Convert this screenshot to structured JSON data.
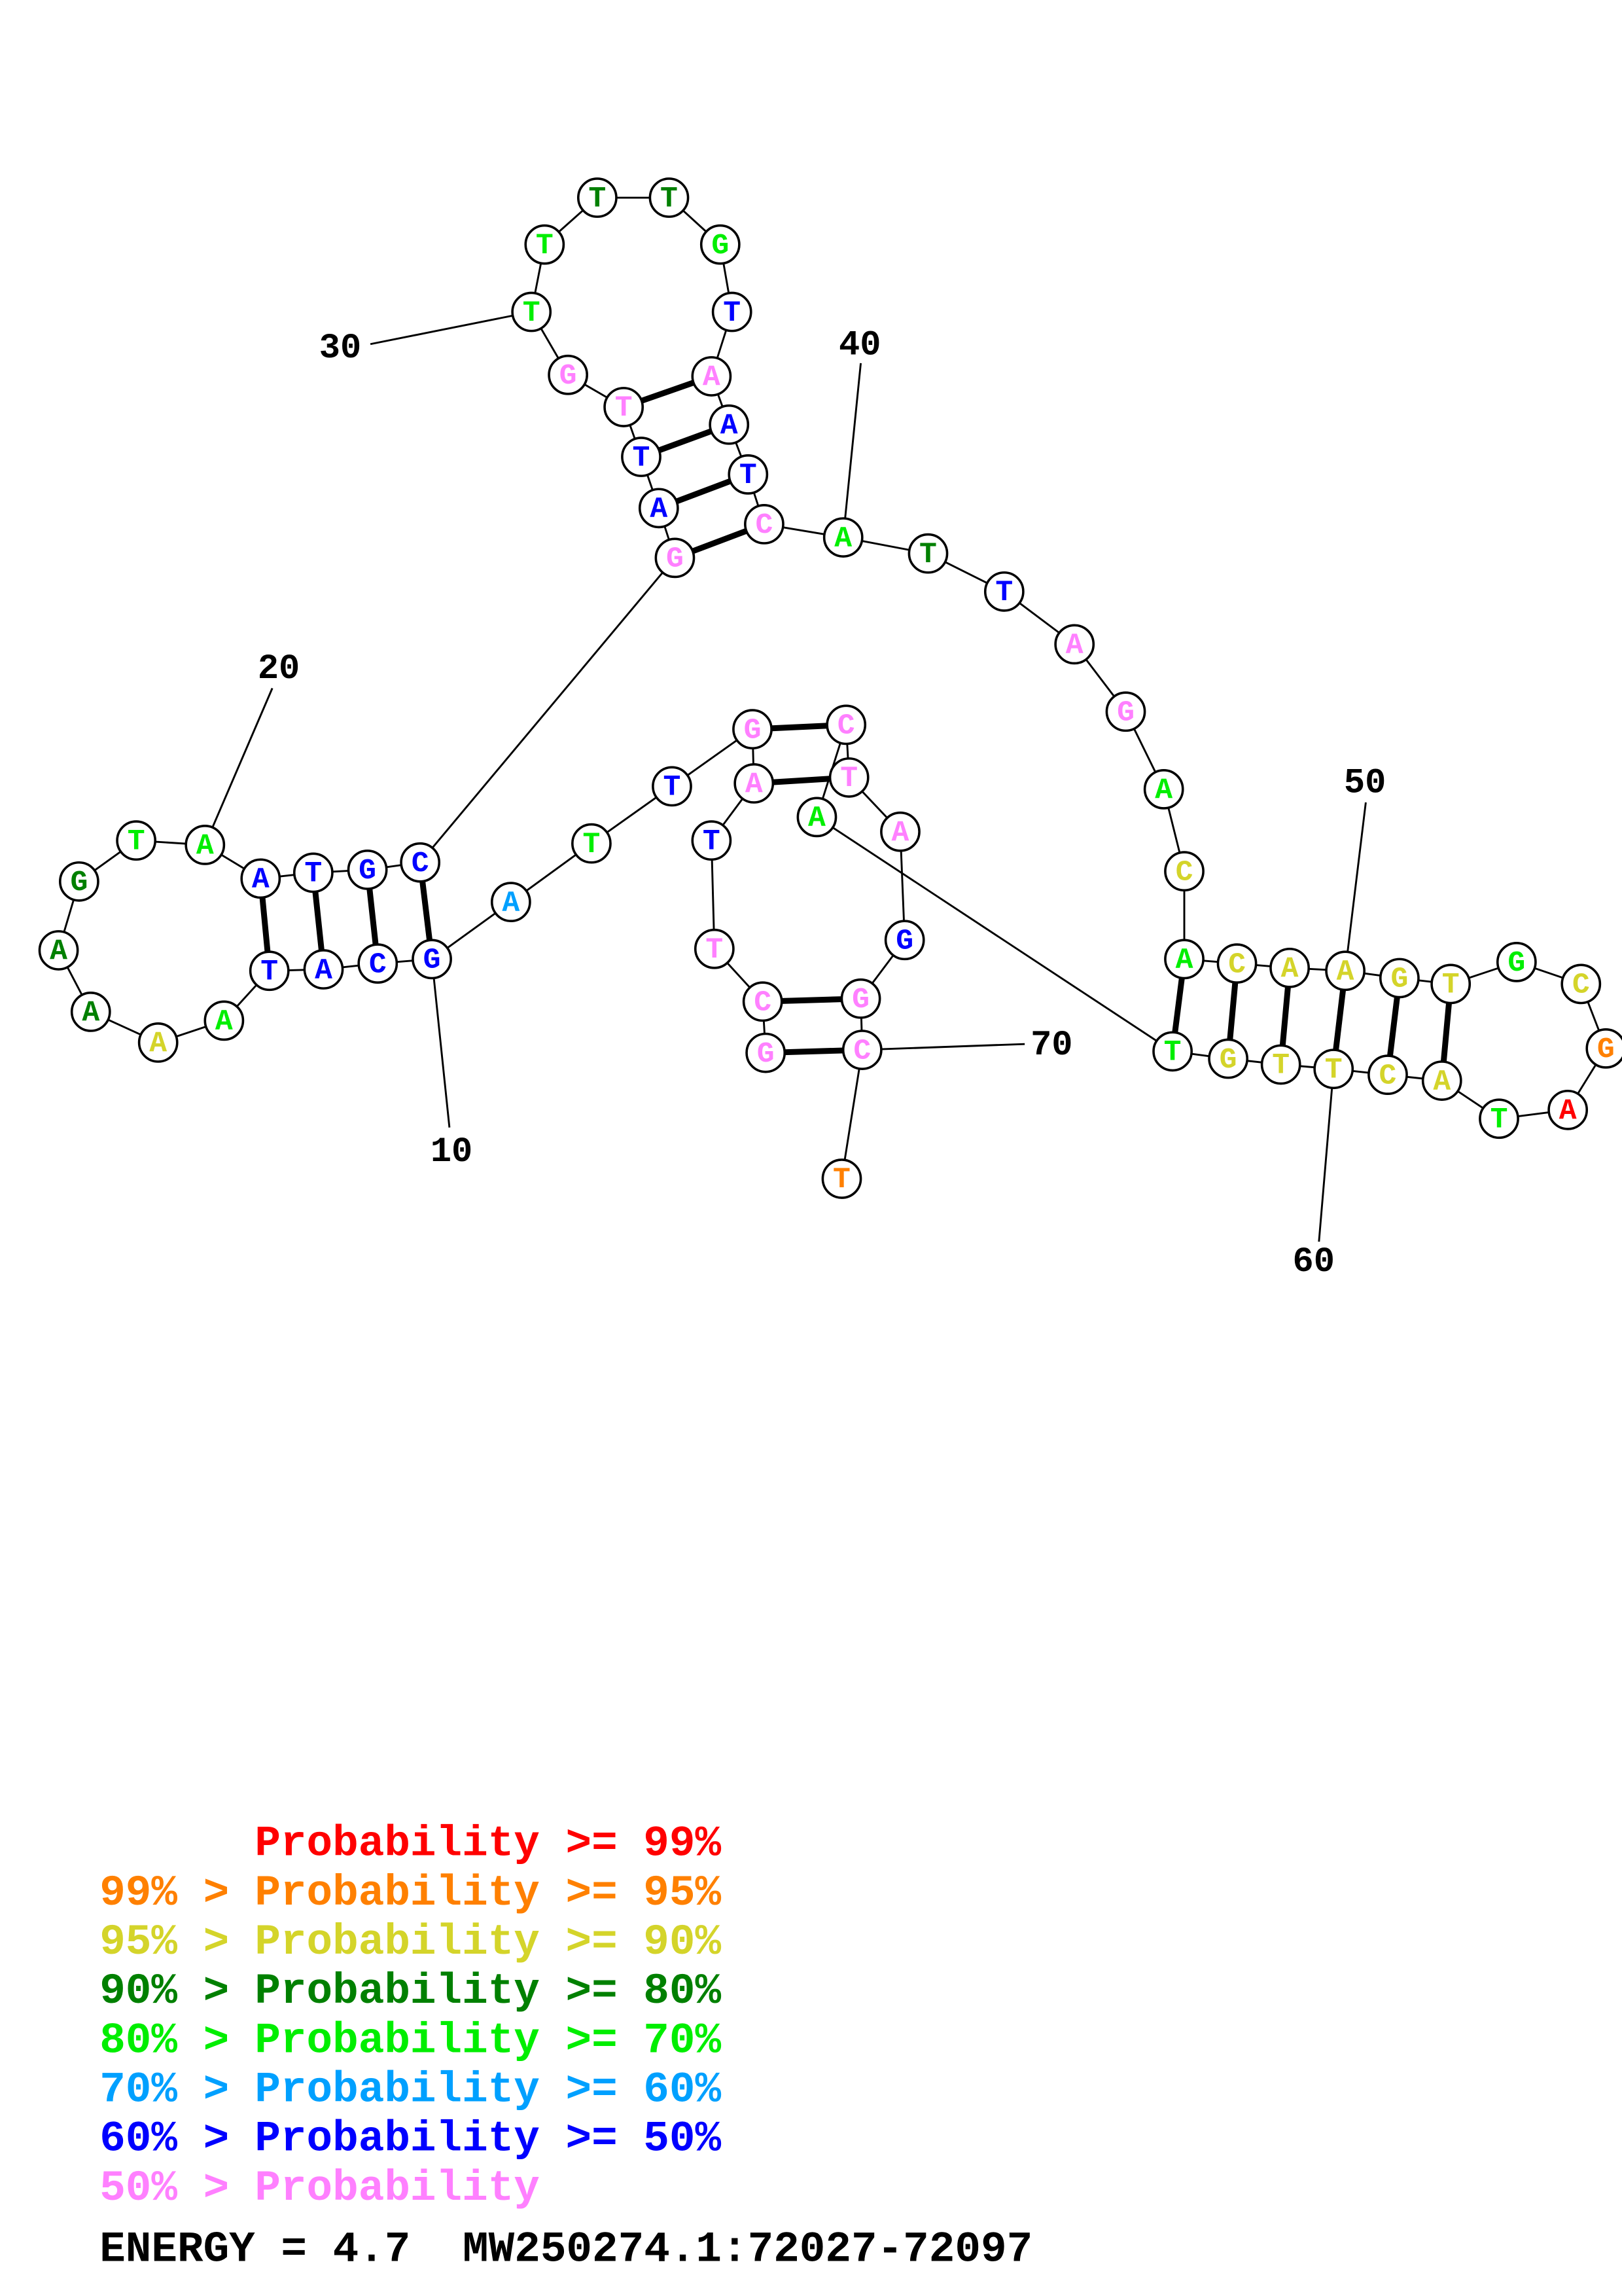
{
  "colors": {
    "p99": "#ff0000",
    "p95": "#ff8000",
    "p90": "#d4d42a",
    "p80": "#008000",
    "p70": "#00ee00",
    "p60": "#00a0ff",
    "p50": "#0000ff",
    "plow": "#ff80ff"
  },
  "sequence": [
    {
      "n": 1,
      "base": "G",
      "prob": "plow"
    },
    {
      "n": 2,
      "base": "C",
      "prob": "plow"
    },
    {
      "n": 3,
      "base": "T",
      "prob": "plow"
    },
    {
      "n": 4,
      "base": "T",
      "prob": "p50"
    },
    {
      "n": 5,
      "base": "A",
      "prob": "plow"
    },
    {
      "n": 6,
      "base": "G",
      "prob": "plow"
    },
    {
      "n": 7,
      "base": "T",
      "prob": "p50"
    },
    {
      "n": 8,
      "base": "T",
      "prob": "p70"
    },
    {
      "n": 9,
      "base": "A",
      "prob": "p60"
    },
    {
      "n": 10,
      "base": "G",
      "prob": "p50"
    },
    {
      "n": 11,
      "base": "C",
      "prob": "p50"
    },
    {
      "n": 12,
      "base": "A",
      "prob": "p50"
    },
    {
      "n": 13,
      "base": "T",
      "prob": "p50"
    },
    {
      "n": 14,
      "base": "A",
      "prob": "p70"
    },
    {
      "n": 15,
      "base": "A",
      "prob": "p90"
    },
    {
      "n": 16,
      "base": "A",
      "prob": "p80"
    },
    {
      "n": 17,
      "base": "A",
      "prob": "p80"
    },
    {
      "n": 18,
      "base": "G",
      "prob": "p80"
    },
    {
      "n": 19,
      "base": "T",
      "prob": "p70"
    },
    {
      "n": 20,
      "base": "A",
      "prob": "p70"
    },
    {
      "n": 21,
      "base": "A",
      "prob": "p50"
    },
    {
      "n": 22,
      "base": "T",
      "prob": "p50"
    },
    {
      "n": 23,
      "base": "G",
      "prob": "p50"
    },
    {
      "n": 24,
      "base": "C",
      "prob": "p50"
    },
    {
      "n": 25,
      "base": "G",
      "prob": "plow"
    },
    {
      "n": 26,
      "base": "A",
      "prob": "p50"
    },
    {
      "n": 27,
      "base": "T",
      "prob": "p50"
    },
    {
      "n": 28,
      "base": "T",
      "prob": "plow"
    },
    {
      "n": 29,
      "base": "G",
      "prob": "plow"
    },
    {
      "n": 30,
      "base": "T",
      "prob": "p70"
    },
    {
      "n": 31,
      "base": "T",
      "prob": "p70"
    },
    {
      "n": 32,
      "base": "T",
      "prob": "p80"
    },
    {
      "n": 33,
      "base": "T",
      "prob": "p80"
    },
    {
      "n": 34,
      "base": "G",
      "prob": "p70"
    },
    {
      "n": 35,
      "base": "T",
      "prob": "p50"
    },
    {
      "n": 36,
      "base": "A",
      "prob": "plow"
    },
    {
      "n": 37,
      "base": "A",
      "prob": "p50"
    },
    {
      "n": 38,
      "base": "T",
      "prob": "p50"
    },
    {
      "n": 39,
      "base": "C",
      "prob": "plow"
    },
    {
      "n": 40,
      "base": "A",
      "prob": "p70"
    },
    {
      "n": 41,
      "base": "T",
      "prob": "p80"
    },
    {
      "n": 42,
      "base": "T",
      "prob": "p50"
    },
    {
      "n": 43,
      "base": "A",
      "prob": "plow"
    },
    {
      "n": 44,
      "base": "G",
      "prob": "plow"
    },
    {
      "n": 45,
      "base": "A",
      "prob": "p70"
    },
    {
      "n": 46,
      "base": "C",
      "prob": "p90"
    },
    {
      "n": 47,
      "base": "A",
      "prob": "p70"
    },
    {
      "n": 48,
      "base": "C",
      "prob": "p90"
    },
    {
      "n": 49,
      "base": "A",
      "prob": "p90"
    },
    {
      "n": 50,
      "base": "A",
      "prob": "p90"
    },
    {
      "n": 51,
      "base": "G",
      "prob": "p90"
    },
    {
      "n": 52,
      "base": "T",
      "prob": "p90"
    },
    {
      "n": 53,
      "base": "G",
      "prob": "p70"
    },
    {
      "n": 54,
      "base": "C",
      "prob": "p90"
    },
    {
      "n": 55,
      "base": "G",
      "prob": "p95"
    },
    {
      "n": 56,
      "base": "A",
      "prob": "p99"
    },
    {
      "n": 57,
      "base": "T",
      "prob": "p70"
    },
    {
      "n": 58,
      "base": "A",
      "prob": "p90"
    },
    {
      "n": 59,
      "base": "C",
      "prob": "p90"
    },
    {
      "n": 60,
      "base": "T",
      "prob": "p90"
    },
    {
      "n": 61,
      "base": "T",
      "prob": "p90"
    },
    {
      "n": 62,
      "base": "G",
      "prob": "p90"
    },
    {
      "n": 63,
      "base": "T",
      "prob": "p70"
    },
    {
      "n": 64,
      "base": "A",
      "prob": "p70"
    },
    {
      "n": 65,
      "base": "C",
      "prob": "plow"
    },
    {
      "n": 66,
      "base": "T",
      "prob": "plow"
    },
    {
      "n": 67,
      "base": "A",
      "prob": "plow"
    },
    {
      "n": 68,
      "base": "G",
      "prob": "p50"
    },
    {
      "n": 69,
      "base": "G",
      "prob": "plow"
    },
    {
      "n": 70,
      "base": "C",
      "prob": "plow"
    },
    {
      "n": 71,
      "base": "T",
      "prob": "p95"
    }
  ],
  "pairs": [
    [
      1,
      70
    ],
    [
      2,
      69
    ],
    [
      5,
      66
    ],
    [
      6,
      65
    ],
    [
      10,
      24
    ],
    [
      11,
      23
    ],
    [
      12,
      22
    ],
    [
      13,
      21
    ],
    [
      25,
      39
    ],
    [
      26,
      38
    ],
    [
      27,
      37
    ],
    [
      28,
      36
    ],
    [
      47,
      63
    ],
    [
      48,
      62
    ],
    [
      49,
      61
    ],
    [
      50,
      60
    ],
    [
      51,
      59
    ],
    [
      52,
      58
    ]
  ],
  "position_labels": [
    "10",
    "20",
    "30",
    "40",
    "50",
    "60",
    "70"
  ],
  "legend": [
    {
      "prefix": "",
      "text": "Probability >= 99%",
      "prob": "p99"
    },
    {
      "prefix": "99% > ",
      "text": "Probability >= 95%",
      "prob": "p95"
    },
    {
      "prefix": "95% > ",
      "text": "Probability >= 90%",
      "prob": "p90"
    },
    {
      "prefix": "90% > ",
      "text": "Probability >= 80%",
      "prob": "p80"
    },
    {
      "prefix": "80% > ",
      "text": "Probability >= 70%",
      "prob": "p70"
    },
    {
      "prefix": "70% > ",
      "text": "Probability >= 60%",
      "prob": "p60"
    },
    {
      "prefix": "60% > ",
      "text": "Probability >= 50%",
      "prob": "p50"
    },
    {
      "prefix": "50% > ",
      "text": "Probability",
      "prob": "plow"
    }
  ],
  "footer": {
    "energy": "ENERGY = 4.7",
    "sequence_id": "MW250274.1:72027-72097"
  }
}
